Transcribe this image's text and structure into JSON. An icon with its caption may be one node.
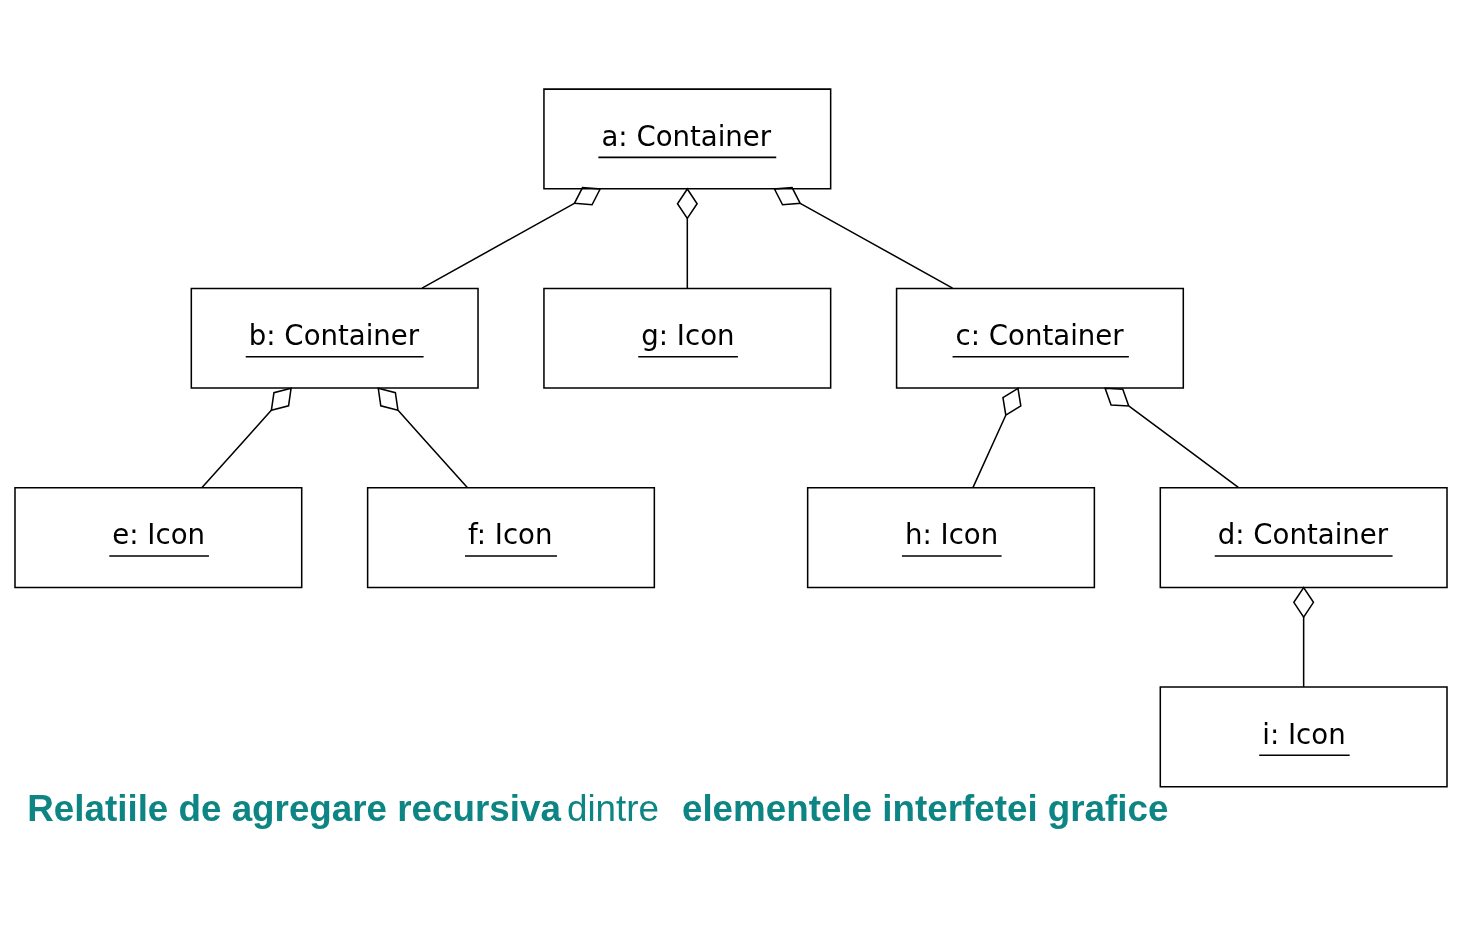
{
  "diagram": {
    "caption": "**Relatiile de agregare recursiva** dintre **elementele interfetei grafice**",
    "nodes": [
      {
        "text": [
          "a: Container"
        ]
      },
      {
        "text": [
          "b: Container"
        ]
      },
      {
        "text": [
          "g: Icon"
        ]
      },
      {
        "text": [
          "c: Container"
        ]
      },
      {
        "text": [
          "e: Icon"
        ]
      },
      {
        "text": [
          "f: Icon"
        ]
      },
      {
        "text": [
          "h: Icon"
        ]
      },
      {
        "text": [
          "d: Container"
        ]
      },
      {
        "text": [
          "i: Icon"
        ]
      }
    ],
    "edges": [
      {
        "from": 0,
        "to": 1,
        "arrow": "other"
      },
      {
        "from": 0,
        "to": 2,
        "arrow": "other"
      },
      {
        "from": 0,
        "to": 3,
        "arrow": "other"
      },
      {
        "from": 1,
        "to": 4,
        "arrow": "other"
      },
      {
        "from": 1,
        "to": 5,
        "arrow": "other"
      },
      {
        "from": 3,
        "to": 6,
        "arrow": "other"
      },
      {
        "from": 3,
        "to": 7,
        "arrow": "other"
      },
      {
        "from": 7,
        "to": 8,
        "arrow": "other"
      }
    ]
  }
}
